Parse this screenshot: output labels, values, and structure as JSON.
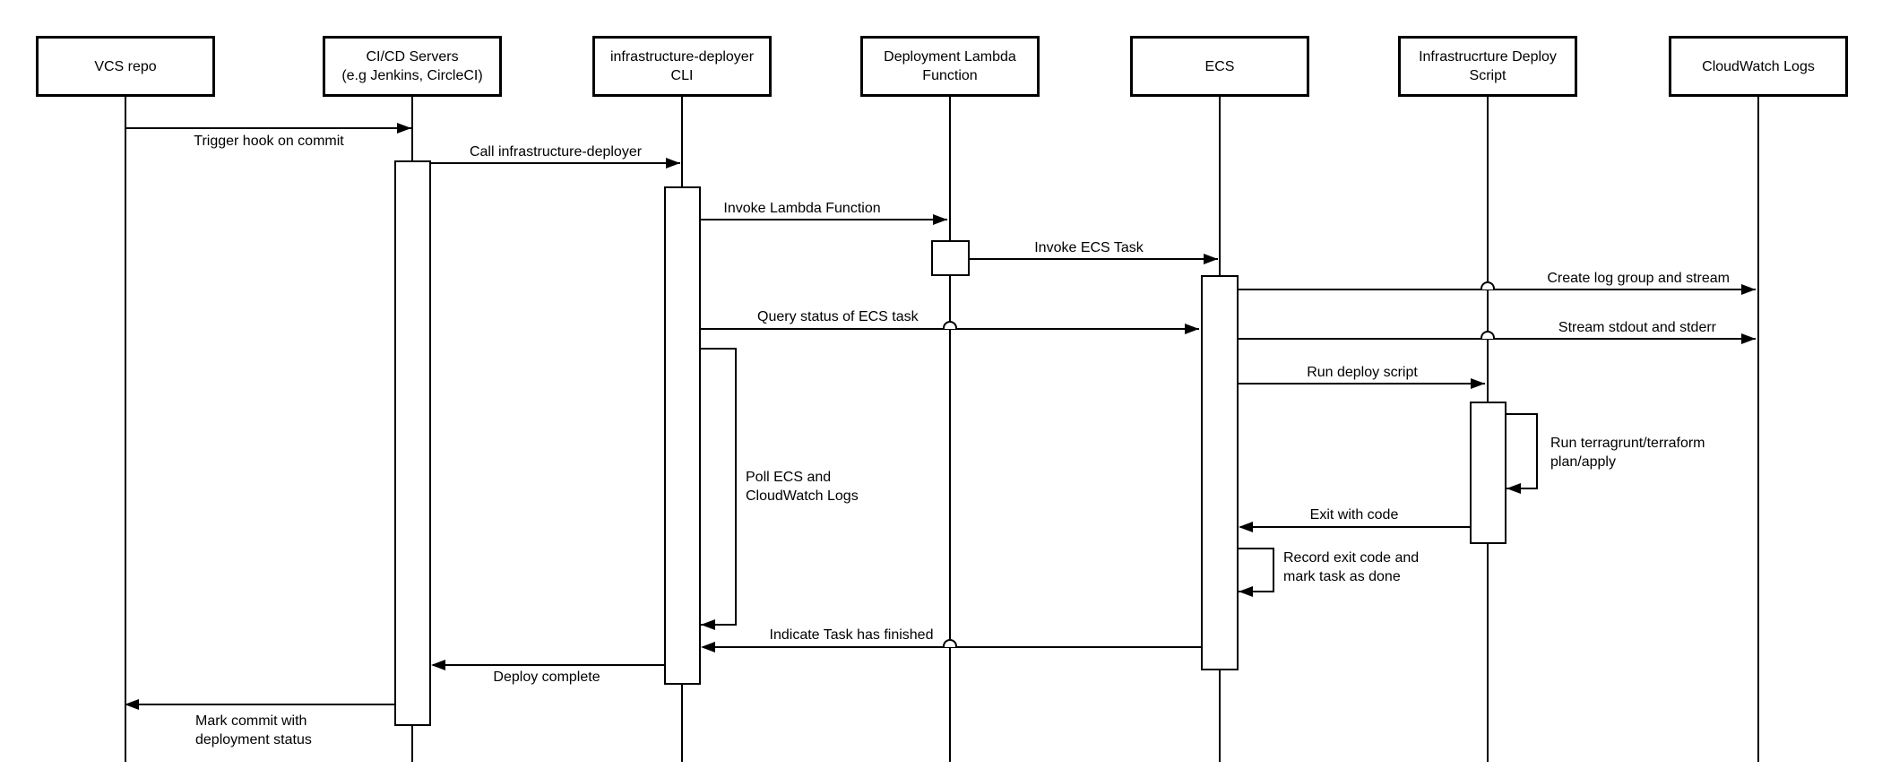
{
  "diagram": {
    "type": "uml-sequence-diagram",
    "background_color": "#ffffff",
    "stroke_color": "#000000",
    "participants": [
      {
        "id": "vcs",
        "label": "VCS repo"
      },
      {
        "id": "cicd",
        "label": "CI/CD Servers\n(e.g Jenkins, CircleCI)"
      },
      {
        "id": "cli",
        "label": "infrastructure-deployer\nCLI"
      },
      {
        "id": "lambda",
        "label": "Deployment Lambda\nFunction"
      },
      {
        "id": "ecs",
        "label": "ECS"
      },
      {
        "id": "deploy_script",
        "label": "Infrastrucrture Deploy\nScript"
      },
      {
        "id": "cloudwatch",
        "label": "CloudWatch Logs"
      }
    ],
    "messages": [
      {
        "from": "vcs",
        "to": "cicd",
        "label": "Trigger hook on commit"
      },
      {
        "from": "cicd",
        "to": "cli",
        "label": "Call infrastructure-deployer"
      },
      {
        "from": "cli",
        "to": "lambda",
        "label": "Invoke Lambda Function"
      },
      {
        "from": "lambda",
        "to": "ecs",
        "label": "Invoke ECS Task"
      },
      {
        "from": "ecs",
        "to": "cloudwatch",
        "label": "Create log group and stream"
      },
      {
        "from": "cli",
        "to": "ecs",
        "label": "Query status of ECS task"
      },
      {
        "from": "ecs",
        "to": "cloudwatch",
        "label": "Stream stdout and stderr"
      },
      {
        "from": "ecs",
        "to": "deploy_script",
        "label": "Run deploy script"
      },
      {
        "from": "deploy_script",
        "to": "deploy_script",
        "label": "Run terragrunt/terraform\nplan/apply"
      },
      {
        "from": "deploy_script",
        "to": "ecs",
        "label": "Exit with code"
      },
      {
        "from": "ecs",
        "to": "ecs",
        "label": "Record exit code and\nmark task as done"
      },
      {
        "from": "cli",
        "to": "cli",
        "label": "Poll ECS and\nCloudWatch Logs"
      },
      {
        "from": "ecs",
        "to": "cli",
        "label": "Indicate Task has finished"
      },
      {
        "from": "cli",
        "to": "cicd",
        "label": "Deploy complete"
      },
      {
        "from": "cicd",
        "to": "vcs",
        "label": "Mark commit with\ndeployment status"
      }
    ]
  }
}
